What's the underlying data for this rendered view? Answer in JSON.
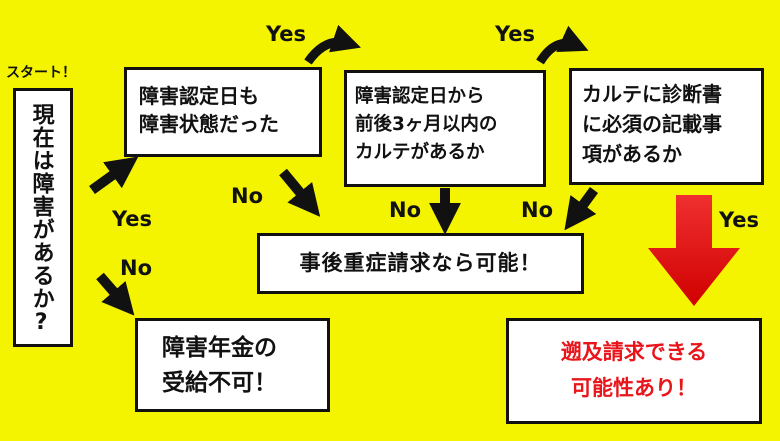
{
  "start_label": "スタート！",
  "nodes": {
    "main_question": "現在は障害があるか?",
    "certification_question": [
      "障害認定日も",
      "障害状態だった"
    ],
    "karte_within_3_months": [
      "障害認定日から",
      "前後3ヶ月以内の",
      "カルテがあるか"
    ],
    "required_entries": [
      "カルテに診断書",
      "に必須の記載事",
      "項があるか"
    ],
    "result_jigo": "事後重症請求なら可能！",
    "result_ineligible": [
      "障害年金の",
      "受給不可！"
    ],
    "result_retroactive": [
      "遡及請求できる",
      "可能性あり！"
    ]
  },
  "edges": {
    "main_yes": "Yes",
    "main_no": "No",
    "cert_yes": "Yes",
    "cert_no": "No",
    "karte_yes": "Yes",
    "karte_no": "No",
    "required_yes": "Yes",
    "required_no": "No"
  },
  "colors": {
    "background": "#f4f400",
    "box_fill": "#ffffff",
    "box_border": "#111111",
    "highlight_text": "#e8151b",
    "highlight_arrow": "#e8151b"
  }
}
